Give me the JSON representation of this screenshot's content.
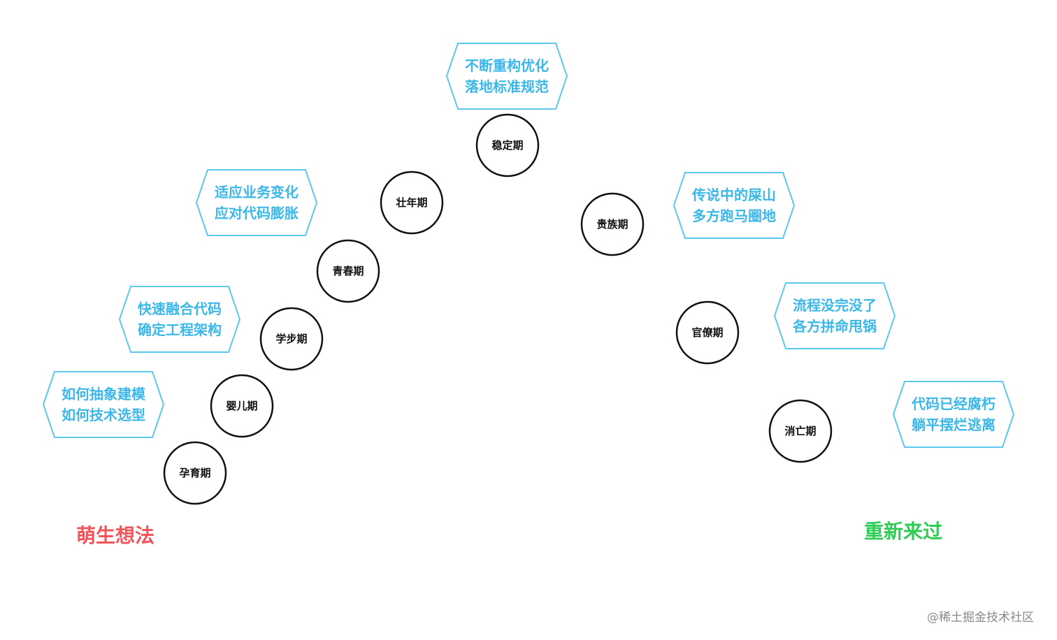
{
  "colors": {
    "stage_stroke": "#111111",
    "note_border": "#5cc8ef",
    "note_text": "#3bb7e8",
    "start_label": "#f0555a",
    "end_label": "#2fcc55"
  },
  "stages": [
    {
      "id": "yunyu",
      "label": "孕育期"
    },
    {
      "id": "yinger",
      "label": "婴儿期"
    },
    {
      "id": "xuebu",
      "label": "学步期"
    },
    {
      "id": "qingchun",
      "label": "青春期"
    },
    {
      "id": "zhuangnian",
      "label": "壮年期"
    },
    {
      "id": "wending",
      "label": "稳定期"
    },
    {
      "id": "guizu",
      "label": "贵族期"
    },
    {
      "id": "guanliao",
      "label": "官僚期"
    },
    {
      "id": "xiaowang",
      "label": "消亡期"
    }
  ],
  "notes": [
    {
      "id": "modeling",
      "lines": [
        "如何抽象建模",
        "如何技术选型"
      ]
    },
    {
      "id": "merge",
      "lines": [
        "快速融合代码",
        "确定工程架构"
      ]
    },
    {
      "id": "adapt",
      "lines": [
        "适应业务变化",
        "应对代码膨胀"
      ]
    },
    {
      "id": "refactor",
      "lines": [
        "不断重构优化",
        "落地标准规范"
      ]
    },
    {
      "id": "legacy",
      "lines": [
        "传说中的屎山",
        "多方跑马圈地"
      ]
    },
    {
      "id": "process",
      "lines": [
        "流程没完没了",
        "各方拼命甩锅"
      ]
    },
    {
      "id": "decay",
      "lines": [
        "代码已经腐朽",
        "躺平摆烂逃离"
      ]
    }
  ],
  "phases": {
    "start": "萌生想法",
    "end": "重新来过"
  },
  "watermark": "@稀土掘金技术社区"
}
